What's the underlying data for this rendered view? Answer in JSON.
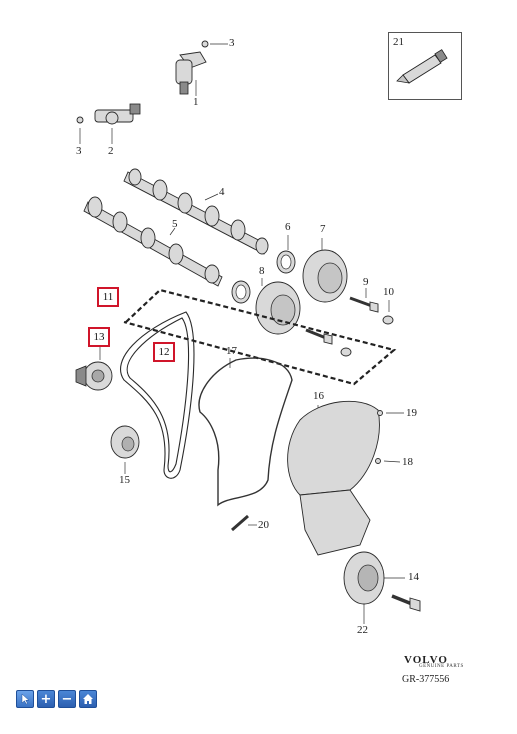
{
  "labels": {
    "p1": "1",
    "p2": "2",
    "p3a": "3",
    "p3b": "3",
    "p4": "4",
    "p5": "5",
    "p6": "6",
    "p7": "7",
    "p8": "8",
    "p9": "9",
    "p10": "10",
    "p11": "11",
    "p12": "12",
    "p13": "13",
    "p14": "14",
    "p15": "15",
    "p16": "16",
    "p17": "17",
    "p18": "18",
    "p19": "19",
    "p20": "20",
    "p21": "21",
    "p22": "22"
  },
  "highlight_color": "#d0152a",
  "brand": {
    "name": "VOLVO",
    "tagline": "GENUINE PARTS",
    "code": "GR-377556"
  },
  "toolbar": {
    "buttons": [
      {
        "icon": "pointer-icon"
      },
      {
        "icon": "zoom-in-icon",
        "glyph": "+"
      },
      {
        "icon": "zoom-out-icon",
        "glyph": "−"
      },
      {
        "icon": "home-icon"
      }
    ],
    "button_color": "#2c5fb0"
  }
}
